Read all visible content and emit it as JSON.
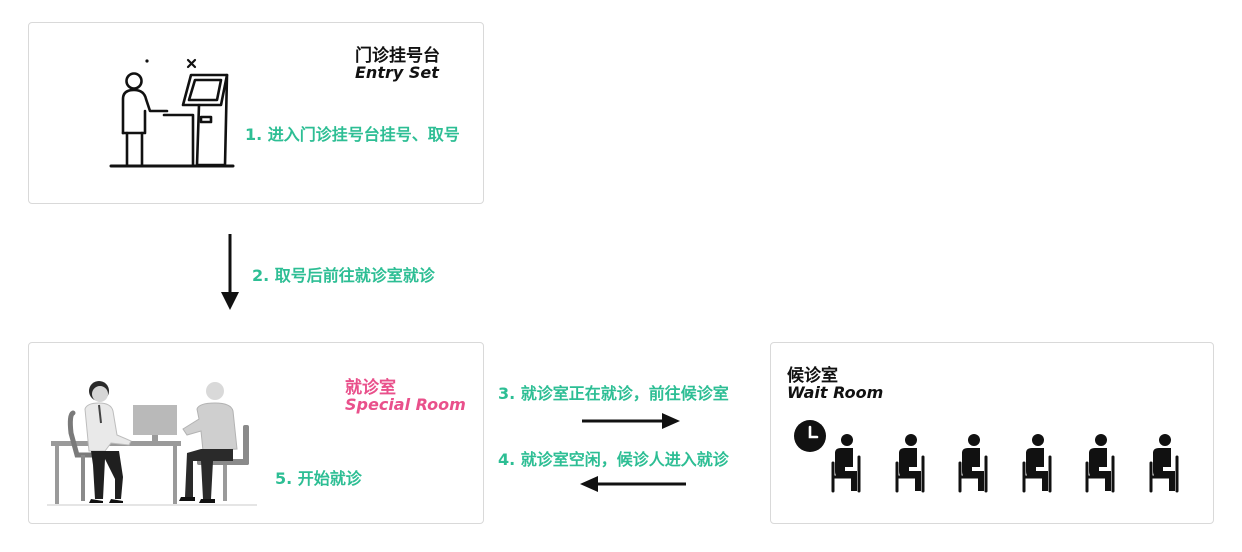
{
  "entry": {
    "title_zh": "门诊挂号台",
    "title_en": "Entry Set",
    "step": "1. 进入门诊挂号台挂号、取号"
  },
  "arrow_down_step": "2. 取号后前往就诊室就诊",
  "special_room": {
    "title_zh": "就诊室",
    "title_en": "Special Room",
    "step": "5. 开始就诊"
  },
  "middle_steps": {
    "step3": "3. 就诊室正在就诊，前往候诊室",
    "step4": "4. 就诊室空闲，候诊人进入就诊"
  },
  "wait_room": {
    "title_zh": "候诊室",
    "title_en": "Wait Room",
    "seated_people": 6
  },
  "colors": {
    "teal": "#2dbe94",
    "pink": "#e9508b",
    "border": "#d9d9d9"
  },
  "icons": [
    "kiosk-person-icon",
    "doctor-patient-icon",
    "clock-icon",
    "seated-person-icon"
  ]
}
